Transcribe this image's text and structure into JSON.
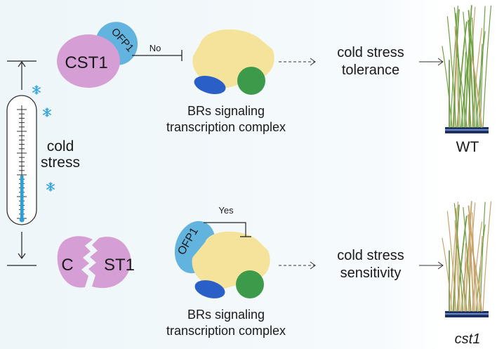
{
  "top": {
    "protein": "CST1",
    "partner": "OFP1",
    "inhibition_label": "No",
    "complex_label_line1": "BRs signaling",
    "complex_label_line2": "transcription complex",
    "outcome_line1": "cold stress",
    "outcome_line2": "tolerance",
    "plant_label": "WT"
  },
  "bottom": {
    "protein_left": "C",
    "protein_right": "ST1",
    "partner": "OFP1",
    "inhibition_label": "Yes",
    "complex_label_line1": "BRs signaling",
    "complex_label_line2": "transcription complex",
    "outcome_line1": "cold stress",
    "outcome_line2": "sensitivity",
    "plant_label": "cst1"
  },
  "left": {
    "stress_line1": "cold",
    "stress_line2": "stress"
  },
  "colors": {
    "background_tint": "#eef6f9",
    "cst1": "#d59fd6",
    "ofp1": "#62b3de",
    "complex": "#f5e39b",
    "green_subunit": "#3d9a4a",
    "blue_subunit": "#2a5fc7",
    "thermometer_fill": "#2a9fdc",
    "snowflake": "#3ba6dc",
    "plant_green": "#6fa043",
    "plant_tan": "#c8a46b",
    "pot": "#1e2f62"
  },
  "icons": [
    "snowflake-icon",
    "thermometer-icon",
    "rice-plant-icon"
  ]
}
